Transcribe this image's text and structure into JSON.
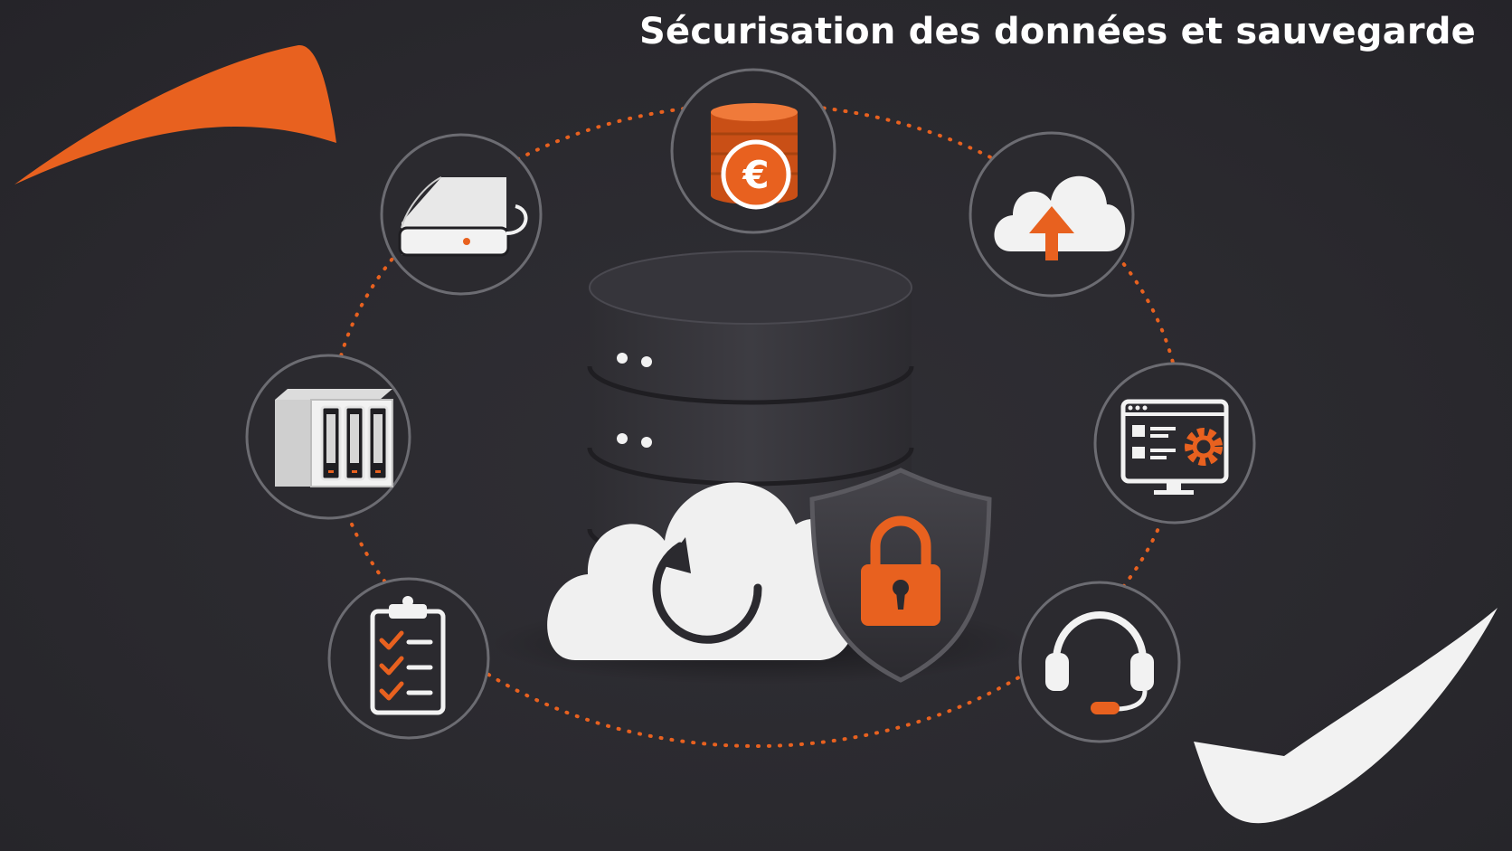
{
  "title": "Sécurisation des données et sauvegarde",
  "colors": {
    "background": "#2b2a2f",
    "accent": "#e8611f",
    "light": "#f2f2f2",
    "ring": "#6c6c72",
    "db_body": "#3a393f"
  },
  "central": {
    "database": "database-stack-icon",
    "cloud": "cloud-sync-icon",
    "shield": "shield-lock-icon"
  },
  "satellites": [
    {
      "name": "coins-euro",
      "icon": "coins-euro-icon",
      "symbol": "€"
    },
    {
      "name": "cloud-upload",
      "icon": "cloud-upload-icon"
    },
    {
      "name": "monitor-settings",
      "icon": "monitor-settings-icon"
    },
    {
      "name": "headset-support",
      "icon": "headset-icon"
    },
    {
      "name": "checklist",
      "icon": "checklist-icon"
    },
    {
      "name": "nas-storage",
      "icon": "nas-storage-icon"
    },
    {
      "name": "external-drive",
      "icon": "external-drive-icon"
    }
  ],
  "decor": [
    "orange-swoosh-icon",
    "white-swoosh-icon"
  ]
}
